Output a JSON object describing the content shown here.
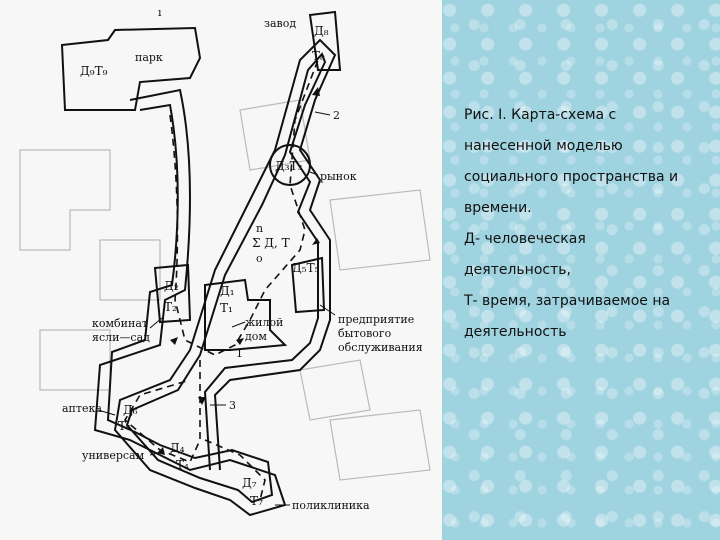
{
  "caption": {
    "lines": [
      "Рис. I. Карта-схема с",
      "нанесенной моделью",
      "социального пространства и",
      "времени.",
      "Д- человеческая",
      "деятельность,",
      "Т- время, затрачиваемое на",
      "деятельность"
    ]
  },
  "map": {
    "labels": {
      "zavod": "завод",
      "park": "парк",
      "rynok": "рынок",
      "kombinat": "комбинат",
      "yasli": "ясли—сад",
      "zhiloy1": "жилой",
      "zhiloy2": "дом",
      "predpr1": "предприятие",
      "predpr2": "бытового",
      "predpr3": "обслуживания",
      "apteka": "аптека",
      "univermag": "универсам",
      "poliklinika": "поликлиника"
    },
    "nodes": {
      "d9t9": "Д₉Т₉",
      "d8": "Д₈",
      "t8": "Т₈",
      "d3t3": "Д₃Т₃",
      "sum_top": "n",
      "sum": "Σ Д, Т",
      "sum_bot": "о",
      "d5t5": "Д₅Т₅",
      "d2": "Д₂",
      "t2": "Т₂",
      "d1": "Д₁",
      "t1": "Т₁",
      "d6": "Д₆",
      "t6": "Т₆",
      "d4": "Д₄",
      "t4": "Т₄",
      "d7": "Д₇",
      "t7": "Т₇"
    },
    "route_numbers": {
      "r1": "1",
      "r2": "2",
      "r3": "3"
    },
    "top_mark": "ı"
  }
}
